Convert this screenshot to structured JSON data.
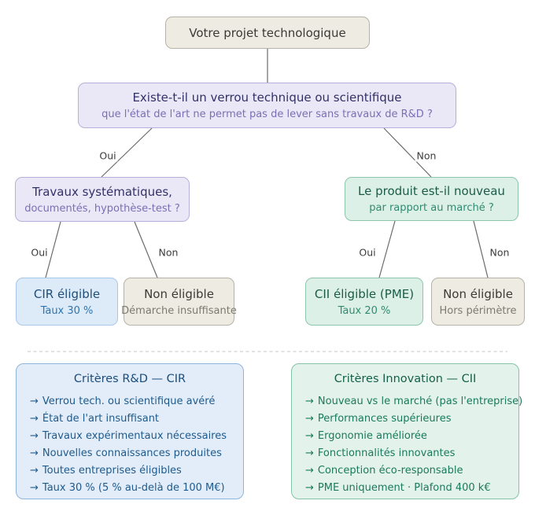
{
  "diagram": {
    "root": {
      "title": "Votre projet technologique"
    },
    "q_verrou": {
      "title": "Existe-t-il un verrou technique ou scientifique",
      "subtitle": "que l'état de l'art ne permet pas de lever sans travaux de R&D ?"
    },
    "q_travaux": {
      "title": "Travaux systématiques,",
      "subtitle": "documentés, hypothèse-test ?"
    },
    "q_produit": {
      "title": "Le produit est-il nouveau",
      "subtitle": "par rapport au marché ?"
    },
    "leaf_cir": {
      "title": "CIR éligible",
      "subtitle": "Taux 30 %"
    },
    "leaf_non_demarche": {
      "title": "Non éligible",
      "subtitle": "Démarche insuffisante"
    },
    "leaf_cii": {
      "title": "CII éligible (PME)",
      "subtitle": "Taux 20 %"
    },
    "leaf_non_perimetre": {
      "title": "Non éligible",
      "subtitle": "Hors périmètre"
    },
    "edge_labels": {
      "verrou_oui": "Oui",
      "verrou_non": "Non",
      "travaux_oui": "Oui",
      "travaux_non": "Non",
      "produit_oui": "Oui",
      "produit_non": "Non"
    }
  },
  "panels": {
    "bullet": "→",
    "cir": {
      "title": "Critères R&D — CIR",
      "items": [
        "Verrou tech. ou scientifique avéré",
        "État de l'art insuffisant",
        "Travaux expérimentaux nécessaires",
        "Nouvelles connaissances produites",
        "Toutes entreprises éligibles",
        "Taux 30 % (5 % au-delà de 100 M€)"
      ]
    },
    "cii": {
      "title": "Critères Innovation — CII",
      "items": [
        "Nouveau vs le marché (pas l'entreprise)",
        "Performances supérieures",
        "Ergonomie améliorée",
        "Fonctionnalités innovantes",
        "Conception éco-responsable",
        "PME uniquement · Plafond 400 k€"
      ]
    }
  },
  "colors": {
    "lavender_bg": "#eae8f7",
    "lavender_border": "#b5b0d9",
    "indigo_text": "#31316a",
    "purple_text": "#7a6fb5",
    "green_bg": "#ddf0e8",
    "green_border": "#8cc6ab",
    "green_dark": "#1a5c47",
    "green_mid": "#2f8b70",
    "blue_bg": "#ddeaf8",
    "blue_border": "#a9c7e8",
    "blue_dark": "#1f4e79",
    "blue_mid": "#2e75b0",
    "beige_bg": "#eeebe2",
    "beige_border": "#b6b2a5",
    "gray_dark": "#3b3a35",
    "gray_mid": "#7d7a71",
    "panel_blue_bg": "#e2edf9",
    "panel_blue_border": "#8fb4da",
    "panel_blue_text": "#1f5a8c",
    "panel_green_bg": "#e3f3ec",
    "panel_green_border": "#84c3a6",
    "panel_green_text": "#1a7a5c",
    "edge_line": "#6b6b6b",
    "divider": "#d9d9d9"
  }
}
